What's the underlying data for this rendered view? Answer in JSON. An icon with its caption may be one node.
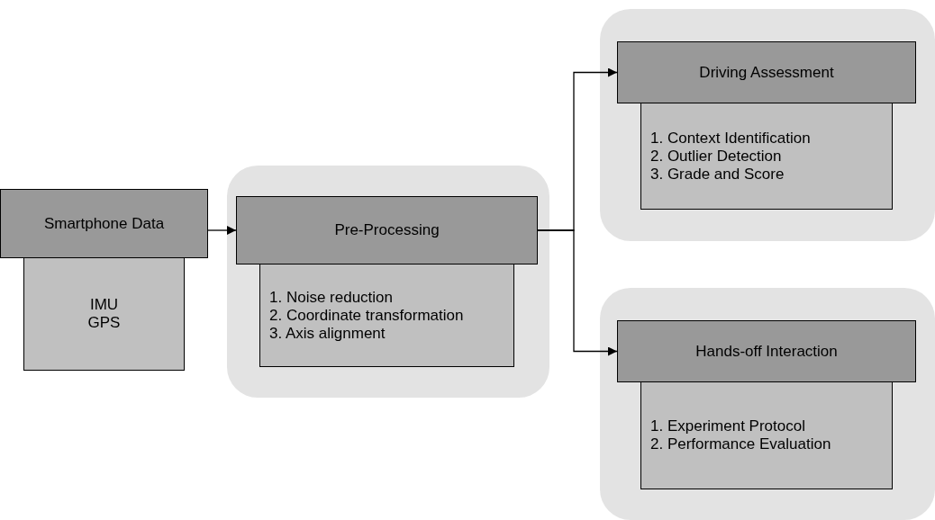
{
  "diagram": {
    "nodes": [
      {
        "text": [
          "Smartphone Data"
        ]
      },
      {
        "text": [
          "IMU",
          "GPS"
        ]
      },
      {
        "text": [],
        "shape": "box"
      },
      {
        "text": [
          "Pre-Processing"
        ],
        "in": 2
      },
      {
        "text": [
          "1. Noise reduction",
          "2. Coordinate transformation",
          "3. Axis alignment"
        ],
        "in": 2
      },
      {
        "text": [],
        "shape": "box"
      },
      {
        "text": [
          "Driving Assessment"
        ],
        "in": 5
      },
      {
        "text": [
          "1. Context Identification",
          "2. Outlier Detection",
          "3. Grade and Score"
        ],
        "in": 5
      },
      {
        "text": [],
        "shape": "box"
      },
      {
        "text": [
          "Hands-off Interaction"
        ],
        "in": 8
      },
      {
        "text": [
          "1. Experiment Protocol",
          "2. Performance Evaluation"
        ],
        "in": 8
      }
    ],
    "edges": [
      {
        "from": 0,
        "to": 3,
        "arrow": "to"
      },
      {
        "from": 3,
        "to": 6,
        "arrow": "to"
      },
      {
        "from": 3,
        "to": 9,
        "arrow": "to"
      }
    ]
  }
}
